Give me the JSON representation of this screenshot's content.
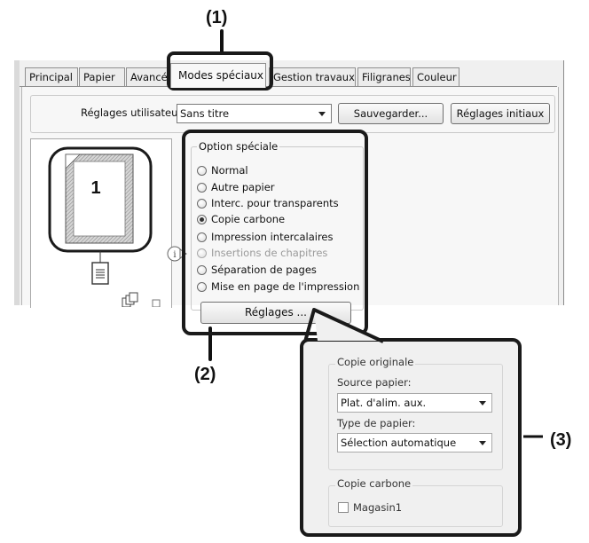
{
  "callouts": {
    "one": "(1)",
    "two": "(2)",
    "three": "(3)"
  },
  "tabs": [
    {
      "label": "Principal"
    },
    {
      "label": "Papier"
    },
    {
      "label": "Avancé"
    },
    {
      "label": "Modes spéciaux"
    },
    {
      "label": "Gestion travaux"
    },
    {
      "label": "Filigranes"
    },
    {
      "label": "Couleur"
    }
  ],
  "settings": {
    "label": "Réglages utilisateur:",
    "value": "Sans titre",
    "save_button": "Sauvegarder...",
    "reset_button": "Réglages initiaux"
  },
  "preview": {
    "page_number": "1"
  },
  "option_group": {
    "legend": "Option spéciale",
    "options": [
      {
        "label": "Normal",
        "selected": false,
        "disabled": false
      },
      {
        "label": "Autre papier",
        "selected": false,
        "disabled": false
      },
      {
        "label": "Interc. pour transparents",
        "selected": false,
        "disabled": false
      },
      {
        "label": "Copie carbone",
        "selected": true,
        "disabled": false
      },
      {
        "label": "Impression intercalaires",
        "selected": false,
        "disabled": false
      },
      {
        "label": "Insertions de chapitres",
        "selected": false,
        "disabled": true
      },
      {
        "label": "Séparation de pages",
        "selected": false,
        "disabled": false
      },
      {
        "label": "Mise en page de l'impression",
        "selected": false,
        "disabled": false
      }
    ],
    "settings_button": "Réglages ..."
  },
  "sub_panel": {
    "original_group": "Copie originale",
    "source_label": "Source papier:",
    "source_value": "Plat. d'alim. aux.",
    "type_label": "Type de papier:",
    "type_value": "Sélection automatique",
    "carbon_group": "Copie carbone",
    "tray_checkbox": "Magasin1"
  }
}
